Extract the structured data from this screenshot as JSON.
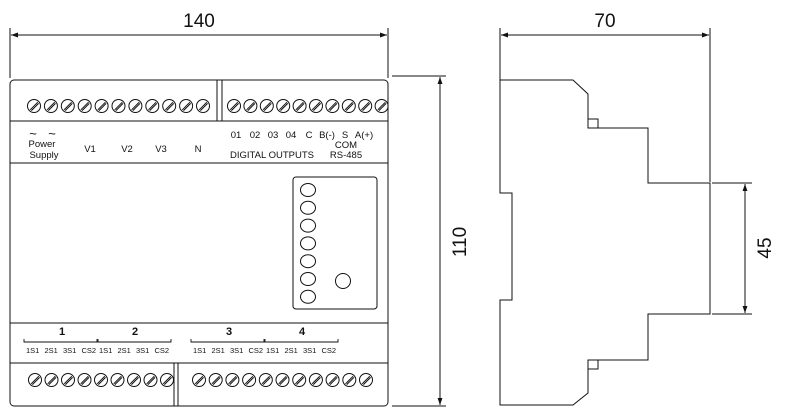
{
  "dimensions": {
    "width_front": "140",
    "width_side": "70",
    "height": "110",
    "rail": "45"
  },
  "top_labels": {
    "tilde_1": "~",
    "tilde_2": "~",
    "power": "Power",
    "supply": "Supply",
    "v1": "V1",
    "v2": "V2",
    "v3": "V3",
    "n": "N"
  },
  "output_labels": {
    "o1": "01",
    "o2": "02",
    "o3": "03",
    "o4": "04",
    "c": "C",
    "b": "B(-)",
    "s": "S",
    "a": "A(+)",
    "com": "COM",
    "digital_outputs": "DIGITAL OUTPUTS",
    "rs485": "RS-485"
  },
  "groups": [
    {
      "number": "1",
      "terminals": [
        "1S1",
        "2S1",
        "3S1",
        "CS2"
      ]
    },
    {
      "number": "2",
      "terminals": [
        "1S1",
        "2S1",
        "3S1",
        "CS2"
      ]
    },
    {
      "number": "3",
      "terminals": [
        "1S1",
        "2S1",
        "3S1",
        "CS2"
      ]
    },
    {
      "number": "4",
      "terminals": [
        "1S1",
        "2S1",
        "3S1",
        "CS2"
      ]
    }
  ],
  "colors": {
    "line": "#111111",
    "background": "#ffffff"
  }
}
